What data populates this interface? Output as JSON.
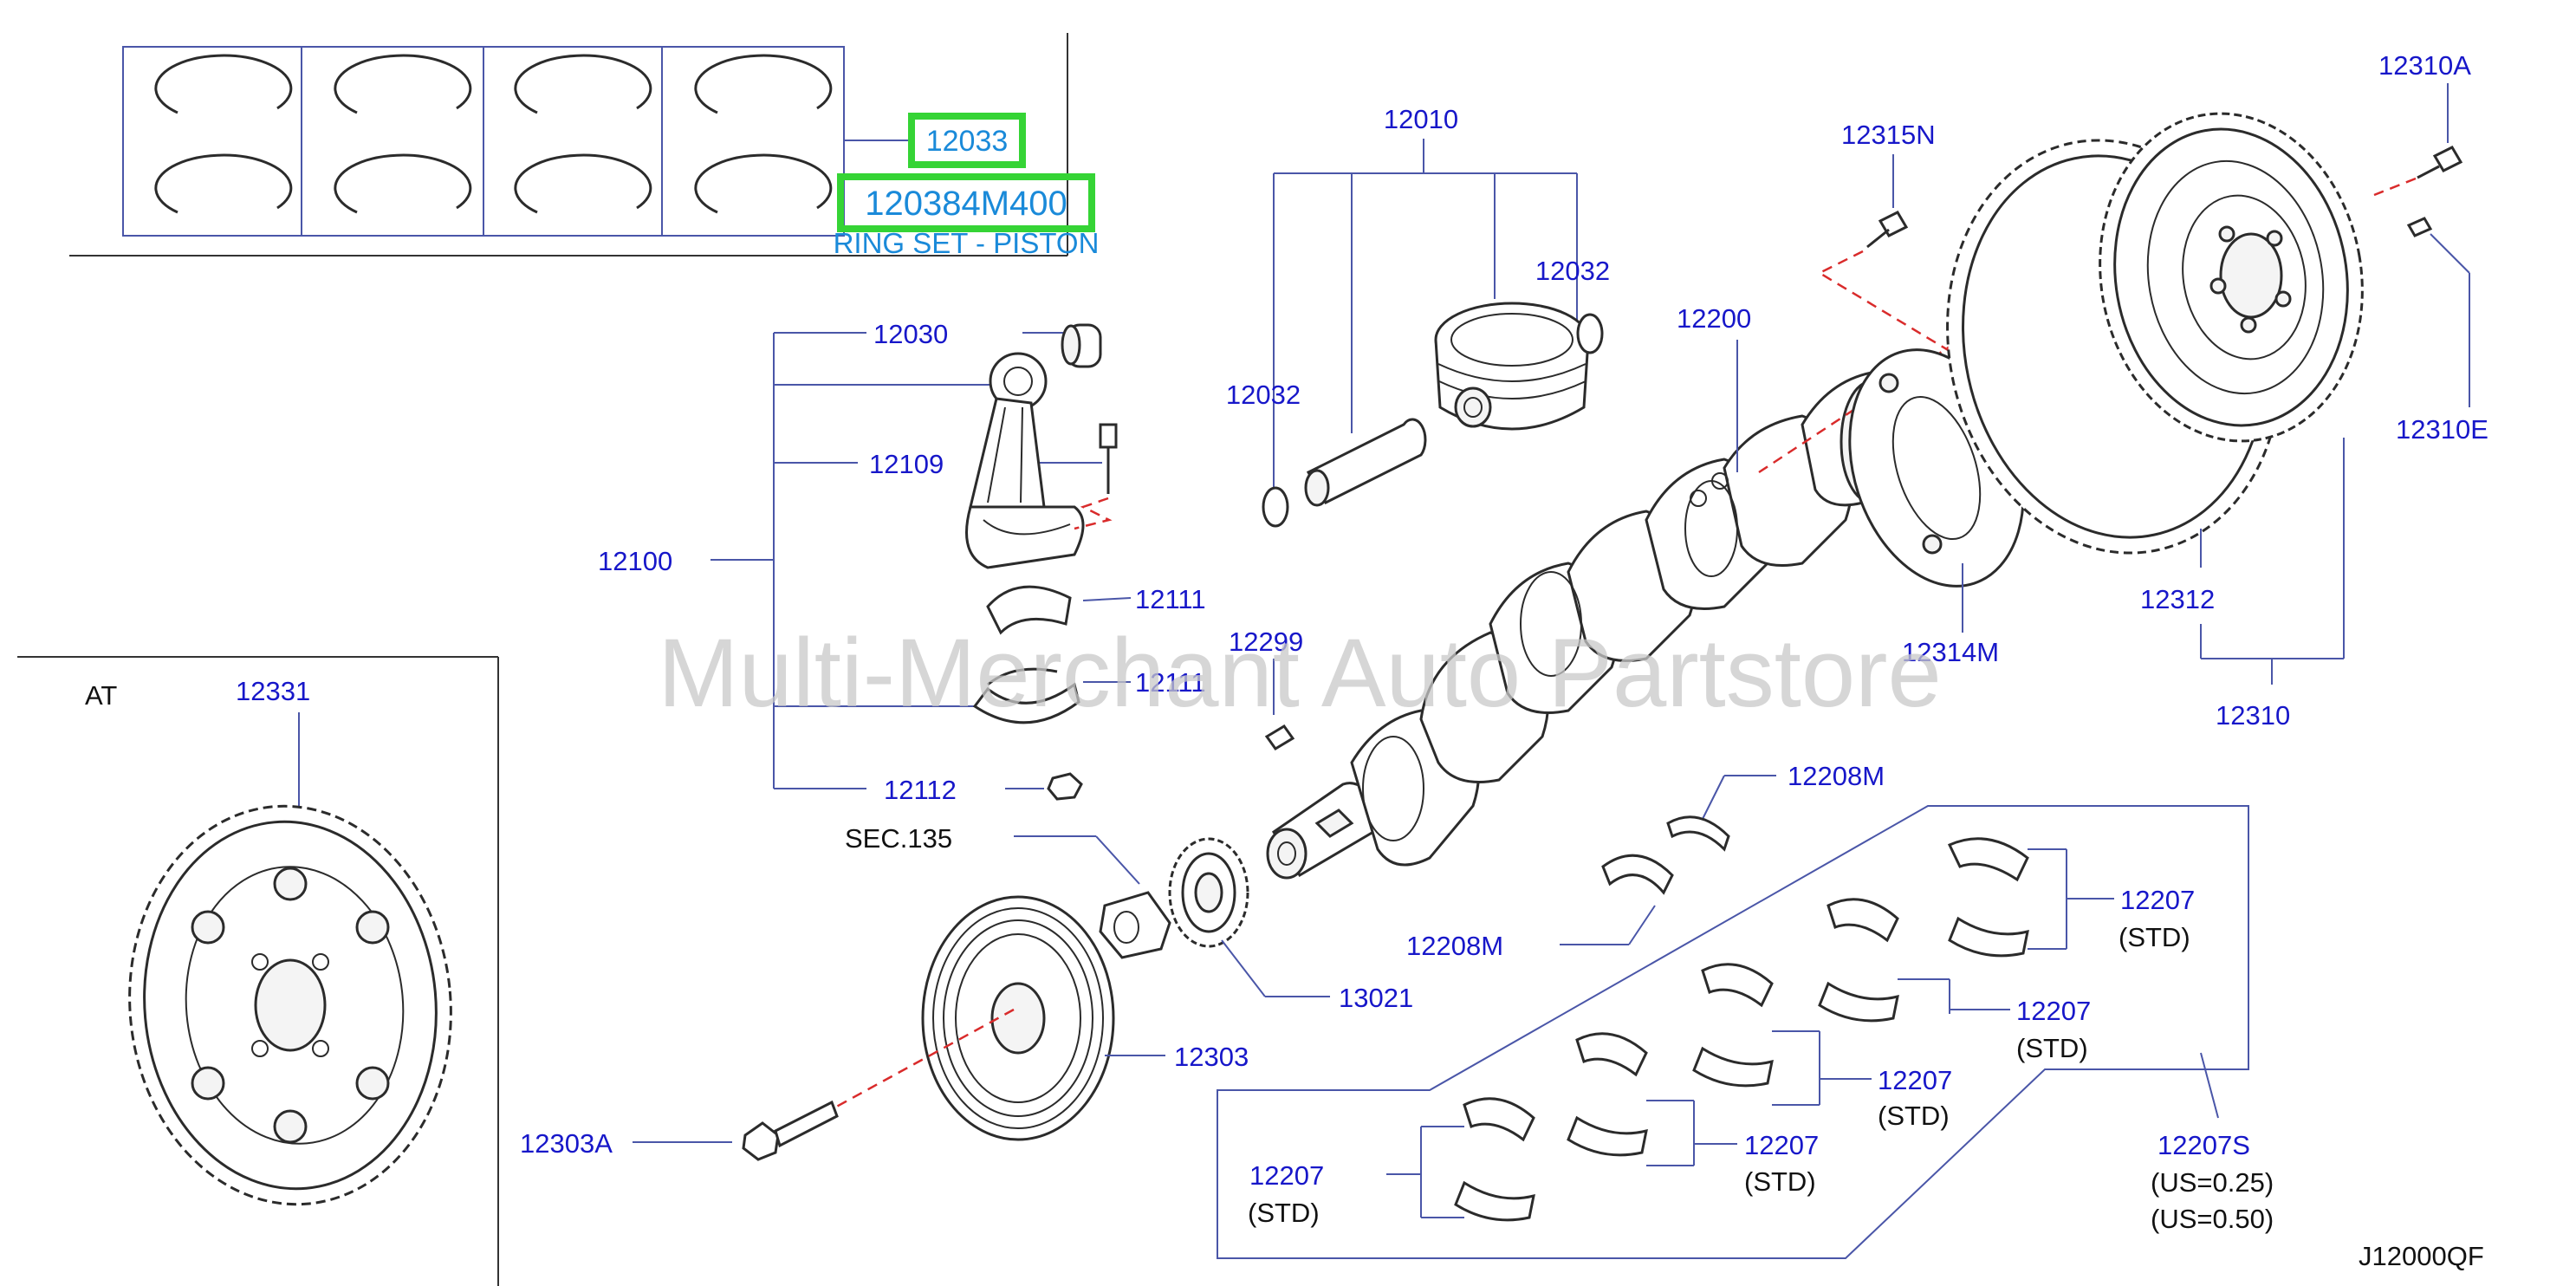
{
  "diagram": {
    "watermark": "Multi-Merchant Auto Partstore",
    "drawing_code": "J12000QF",
    "section_label_at": "AT",
    "section_ref": "SEC.135",
    "highlight_color": "#35d435",
    "part_number_color": "#1717c9",
    "accent_color": "#1a8ad9",
    "highlighted": {
      "part_12033": "12033",
      "part_ringset": "120384M400",
      "ringset_caption": "RING SET - PISTON"
    },
    "labels": {
      "p12010": "12010",
      "p12032a": "12032",
      "p12032b": "12032",
      "p12030": "12030",
      "p12109": "12109",
      "p12100": "12100",
      "p12111a": "12111",
      "p12111b": "12111",
      "p12112": "12112",
      "p12299": "12299",
      "p12200": "12200",
      "p12315N": "12315N",
      "p12310A": "12310A",
      "p12310E": "12310E",
      "p12312": "12312",
      "p12310": "12310",
      "p12314M": "12314M",
      "p12331": "12331",
      "p12208Ma": "12208M",
      "p12208Mb": "12208M",
      "p12207a": "12207",
      "p12207b": "12207",
      "p12207c": "12207",
      "p12207d": "12207",
      "p12207e": "12207",
      "p12207S": "12207S",
      "p13021": "13021",
      "p12303": "12303",
      "p12303A": "12303A"
    },
    "annotations": {
      "std_a": "(STD)",
      "std_b": "(STD)",
      "std_c": "(STD)",
      "std_d": "(STD)",
      "std_e": "(STD)",
      "us025": "(US=0.25)",
      "us050": "(US=0.50)"
    }
  }
}
